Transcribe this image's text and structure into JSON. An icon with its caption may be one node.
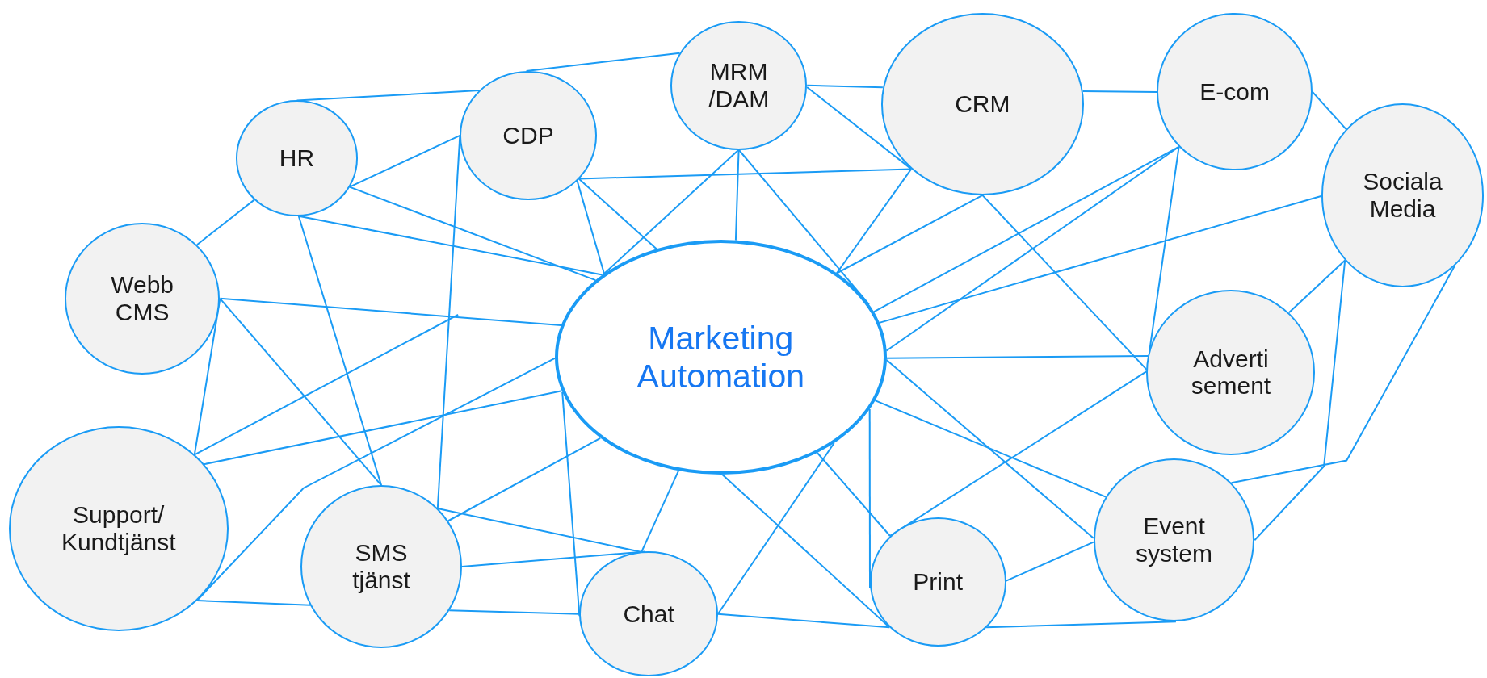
{
  "diagram": {
    "nodes": [
      {
        "text": [
          "MRM /DAM"
        ]
      },
      {
        "text": [
          "CRM"
        ]
      },
      {
        "text": [
          "E-com"
        ]
      },
      {
        "text": [
          "CDP"
        ]
      },
      {
        "text": [
          "HR"
        ]
      },
      {
        "text": [
          "Sociala Media"
        ]
      },
      {
        "text": [
          "Webb CMS"
        ]
      },
      {
        "text": [
          "Marketing Automation"
        ]
      },
      {
        "text": [
          "Adverti sement"
        ]
      },
      {
        "text": [
          "Support/ Kundtjänst"
        ]
      },
      {
        "text": [
          "SMS tjänst"
        ]
      },
      {
        "text": [
          "Event system"
        ]
      },
      {
        "text": [
          "Print"
        ]
      },
      {
        "text": [
          "Chat"
        ]
      }
    ],
    "edges": [
      {
        "from": 4,
        "to": 3,
        "arrow": "none"
      },
      {
        "from": 3,
        "to": 0,
        "arrow": "none"
      },
      {
        "from": 0,
        "to": 1,
        "arrow": "none"
      },
      {
        "from": 1,
        "to": 2,
        "arrow": "none"
      },
      {
        "from": 2,
        "to": 5,
        "arrow": "none"
      },
      {
        "from": 4,
        "to": 6,
        "arrow": "none"
      },
      {
        "from": 4,
        "to": 3,
        "arrow": "none"
      },
      {
        "from": 4,
        "to": 7,
        "arrow": "none"
      },
      {
        "from": 4,
        "to": 7,
        "arrow": "none"
      },
      {
        "from": 4,
        "to": 10,
        "arrow": "none"
      },
      {
        "from": 3,
        "to": 7,
        "arrow": "none"
      },
      {
        "from": 3,
        "to": 7,
        "arrow": "none"
      },
      {
        "from": 3,
        "to": 1,
        "arrow": "none"
      },
      {
        "from": 3,
        "to": 10,
        "arrow": "none"
      },
      {
        "from": 0,
        "to": 7,
        "arrow": "none"
      },
      {
        "from": 0,
        "to": 7,
        "arrow": "none"
      },
      {
        "from": 0,
        "to": 7,
        "arrow": "none"
      },
      {
        "from": 0,
        "to": 1,
        "arrow": "none"
      },
      {
        "from": 1,
        "to": 7,
        "arrow": "none"
      },
      {
        "from": 1,
        "to": 7,
        "arrow": "none"
      },
      {
        "from": 1,
        "to": 8,
        "arrow": "none"
      },
      {
        "from": 2,
        "to": 7,
        "arrow": "none"
      },
      {
        "from": 2,
        "to": 7,
        "arrow": "none"
      },
      {
        "from": 2,
        "to": 8,
        "arrow": "none"
      },
      {
        "from": 5,
        "to": 7,
        "arrow": "none"
      },
      {
        "from": 7,
        "to": 8,
        "arrow": "none"
      },
      {
        "from": 5,
        "to": 8,
        "arrow": "none"
      },
      {
        "from": 5,
        "to": 11,
        "arrow": "none"
      },
      {
        "from": 5,
        "to": 11,
        "arrow": "none"
      },
      {
        "from": 6,
        "to": 7,
        "arrow": "none"
      },
      {
        "from": 6,
        "to": 10,
        "arrow": "none"
      },
      {
        "from": 6,
        "to": 9,
        "arrow": "none"
      },
      {
        "from": 9,
        "to": null,
        "arrow": "none"
      },
      {
        "from": 9,
        "to": 7,
        "arrow": "none"
      },
      {
        "from": 9,
        "to": 7,
        "arrow": "none"
      },
      {
        "from": 9,
        "to": 10,
        "arrow": "none"
      },
      {
        "from": 10,
        "to": 7,
        "arrow": "none"
      },
      {
        "from": 10,
        "to": 13,
        "arrow": "none"
      },
      {
        "from": 10,
        "to": 13,
        "arrow": "none"
      },
      {
        "from": 10,
        "to": 13,
        "arrow": "none"
      },
      {
        "from": 7,
        "to": 13,
        "arrow": "none"
      },
      {
        "from": 7,
        "to": 13,
        "arrow": "none"
      },
      {
        "from": 7,
        "to": 12,
        "arrow": "none"
      },
      {
        "from": 13,
        "to": 7,
        "arrow": "none"
      },
      {
        "from": 7,
        "to": 12,
        "arrow": "none"
      },
      {
        "from": 7,
        "to": 12,
        "arrow": "none"
      },
      {
        "from": 7,
        "to": 11,
        "arrow": "none"
      },
      {
        "from": 7,
        "to": 11,
        "arrow": "none"
      },
      {
        "from": 8,
        "to": 12,
        "arrow": "none"
      },
      {
        "from": 12,
        "to": 11,
        "arrow": "none"
      },
      {
        "from": 13,
        "to": 12,
        "arrow": "none"
      },
      {
        "from": 12,
        "to": 11,
        "arrow": "none"
      }
    ]
  }
}
